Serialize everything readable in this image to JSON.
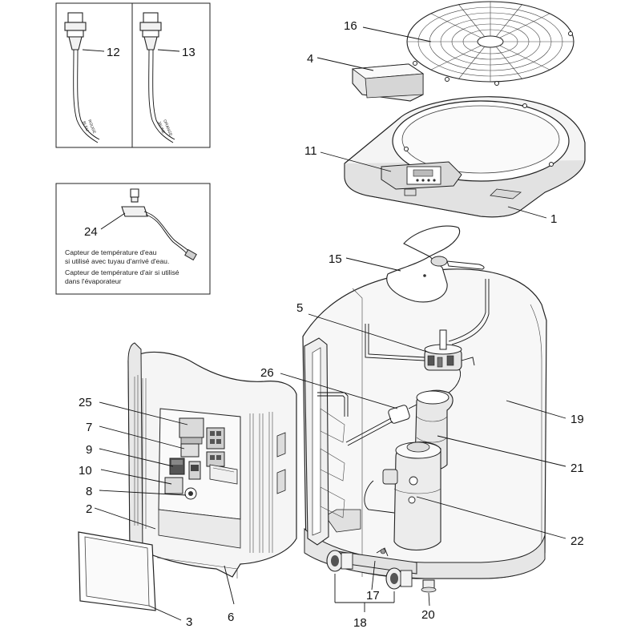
{
  "callouts": {
    "c1": "1",
    "c2": "2",
    "c3": "3",
    "c4": "4",
    "c5": "5",
    "c6": "6",
    "c7": "7",
    "c8": "8",
    "c9": "9",
    "c10": "10",
    "c11": "11",
    "c12": "12",
    "c13": "13",
    "c15": "15",
    "c16": "16",
    "c17": "17",
    "c18": "18",
    "c19": "19",
    "c20": "20",
    "c21": "21",
    "c22": "22",
    "c24": "24",
    "c25": "25",
    "c26": "26"
  },
  "sensor_box": {
    "line1": "Capteur de température d'eau",
    "line2": "si utilisé avec tuyau d'arrivé d'eau.",
    "line3": "Capteur de température d'air si utilisé",
    "line4": "dans l'évaporateur"
  },
  "wire_labels": {
    "left_a": "ROUGE",
    "left_b": "BLEU",
    "right_a": "ORANGE",
    "right_b": "JAUNE"
  }
}
